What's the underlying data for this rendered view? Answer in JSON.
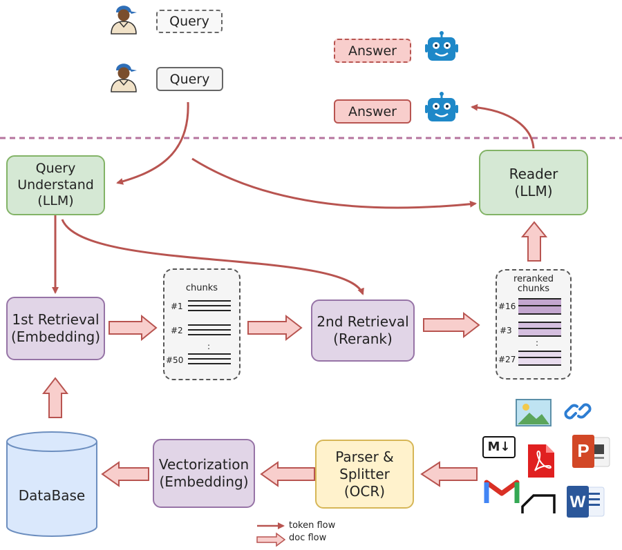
{
  "query_label": "Query",
  "answer_label": "Answer",
  "nodes": {
    "query_understand": "Query\nUnderstand\n(LLM)",
    "reader": "Reader\n(LLM)",
    "first_retrieval": "1st Retrieval\n(Embedding)",
    "second_retrieval": "2nd Retrieval\n(Rerank)",
    "vectorization": "Vectorization\n(Embedding)",
    "parser": "Parser &\nSplitter\n(OCR)",
    "database": "DataBase"
  },
  "chunks_panel": {
    "title": "chunks",
    "rows": [
      "#1",
      "#2",
      ":",
      "#50"
    ]
  },
  "reranked_panel": {
    "title": "reranked\nchunks",
    "rows": [
      "#16",
      "#3",
      ":",
      "#27"
    ]
  },
  "doc_icons": [
    "image-icon",
    "link-icon",
    "markdown-icon",
    "pdf-icon",
    "powerpoint-icon",
    "gmail-icon",
    "notion-icon",
    "word-icon"
  ],
  "markdown_icon_text": "M↓",
  "legend": {
    "token_flow": "token flow",
    "doc_flow": "doc flow"
  },
  "colors": {
    "token_arrow": "#b85450",
    "doc_arrow_fill": "#f8cecc",
    "green": "#d5e8d4",
    "purple": "#e1d5e7",
    "yellow": "#fff2cc",
    "database": "#dae8fc",
    "robot": "#1e88c8",
    "separator": "#b5739d"
  }
}
